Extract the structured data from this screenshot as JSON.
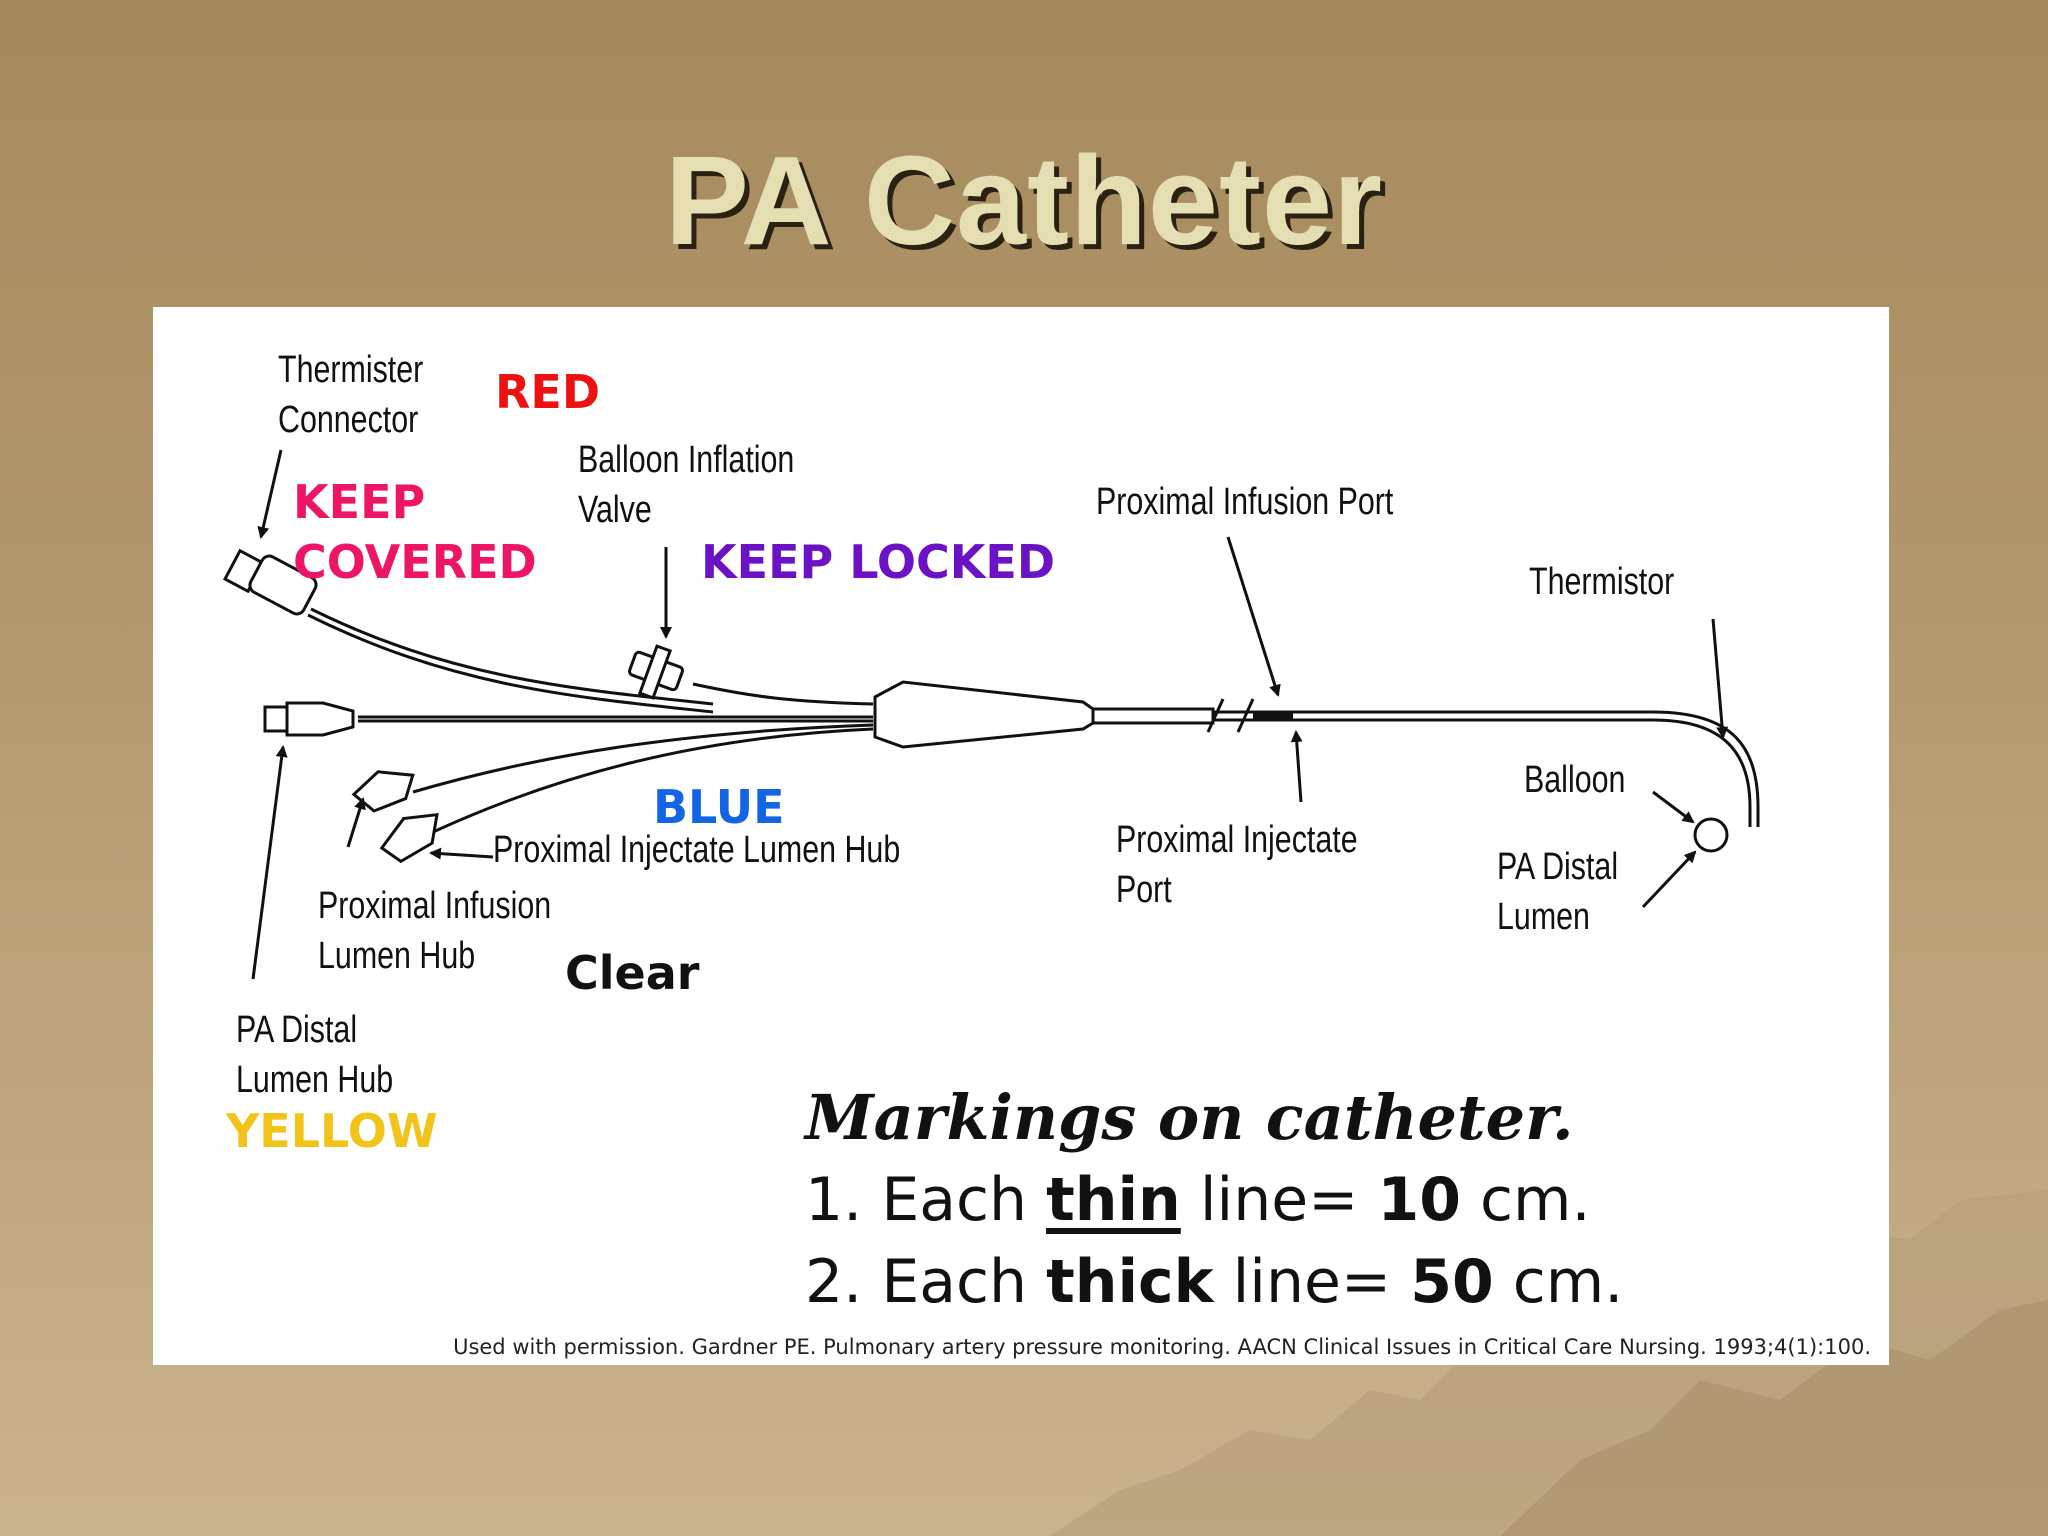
{
  "slide": {
    "title": "PA Catheter"
  },
  "diagram": {
    "labels": {
      "thermister_connector": "Thermister\nConnector",
      "balloon_inflation_valve": "Balloon Inflation\nValve",
      "proximal_infusion_port": "Proximal Infusion Port",
      "thermistor": "Thermistor",
      "balloon": "Balloon",
      "pa_distal_lumen": "PA Distal\nLumen",
      "proximal_injectate_port": "Proximal Injectate\nPort",
      "proximal_injectate_lumen_hub": "Proximal Injectate Lumen Hub",
      "proximal_infusion_lumen_hub": "Proximal Infusion\nLumen Hub",
      "pa_distal_lumen_hub": "PA Distal\nLumen Hub"
    },
    "color_tags": {
      "red": {
        "text": "RED",
        "color": "#ee1111"
      },
      "keep_covered": {
        "text": "KEEP\nCOVERED",
        "color": "#ee1466"
      },
      "keep_locked": {
        "text": "KEEP LOCKED",
        "color": "#6a12c4"
      },
      "blue": {
        "text": "BLUE",
        "color": "#1464e6"
      },
      "clear": {
        "text": "Clear",
        "color": "#111111"
      },
      "yellow": {
        "text": "YELLOW",
        "color": "#f2c318"
      }
    },
    "markings": {
      "title": "Markings on catheter.",
      "line1": {
        "prefix": "1. Each ",
        "emph": "thin",
        "middle": " line= ",
        "value": "10",
        "suffix": " cm."
      },
      "line2": {
        "prefix": "2. Each ",
        "emph": "thick",
        "middle": " line= ",
        "value": "50",
        "suffix": " cm."
      }
    },
    "citation": "Used with permission. Gardner PE. Pulmonary artery pressure monitoring. AACN Clinical Issues in Critical Care Nursing. 1993;4(1):100."
  }
}
